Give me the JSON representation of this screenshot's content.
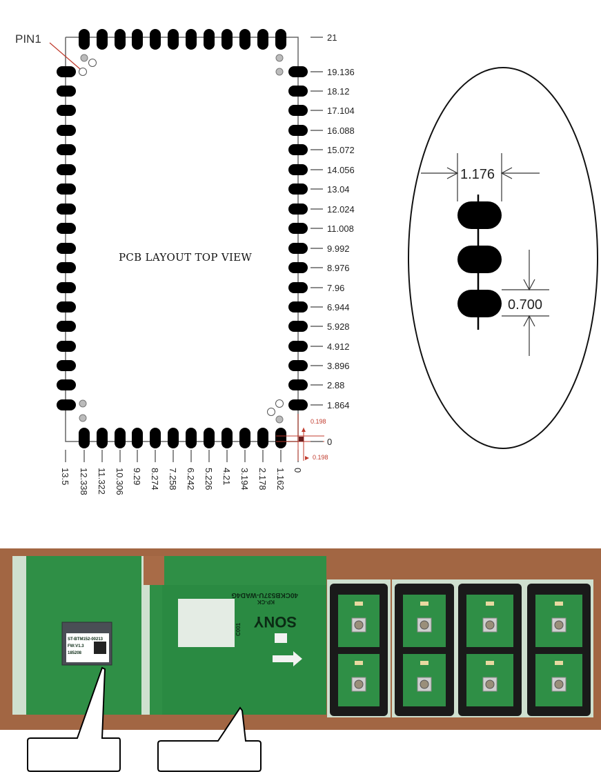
{
  "layout_diagram": {
    "title": "PCB LAYOUT TOP VIEW",
    "pin1_label": "PIN1",
    "top_right_label": "21",
    "right_labels": [
      "19.136",
      "18.12",
      "17.104",
      "16.088",
      "15.072",
      "14.056",
      "13.04",
      "12.024",
      "11.008",
      "9.992",
      "8.976",
      "7.96",
      "6.944",
      "5.928",
      "4.912",
      "3.896",
      "2.88",
      "1.864"
    ],
    "bottom_labels": [
      "13.5",
      "12.338",
      "11.322",
      "10.306",
      "9.29",
      "8.274",
      "7.258",
      "6.242",
      "5.226",
      "4.21",
      "3.194",
      "2.178",
      "1.162",
      "0"
    ],
    "origin_y_label": "0",
    "offset_y_label": "0.198",
    "offset_x_label": "0.198"
  },
  "pad_detail": {
    "width_label": "1.176",
    "pitch_label": "0.700"
  },
  "board_photo": {
    "module_label_lines": [
      "ST-BTM152-00213",
      "FW:V1.3",
      "185208"
    ],
    "brand": "SONY",
    "part_number": "40CKB537U-WAD4G",
    "sub_code": "KP-CK",
    "ref_code": "C001",
    "callouts": [
      "",
      ""
    ]
  },
  "colors": {
    "pad": "#000000",
    "red_marker": "#c0392b",
    "pcb_green": "#2f8f46",
    "pcb_dark": "#1f6b33",
    "foam": "#1a1a1a"
  }
}
